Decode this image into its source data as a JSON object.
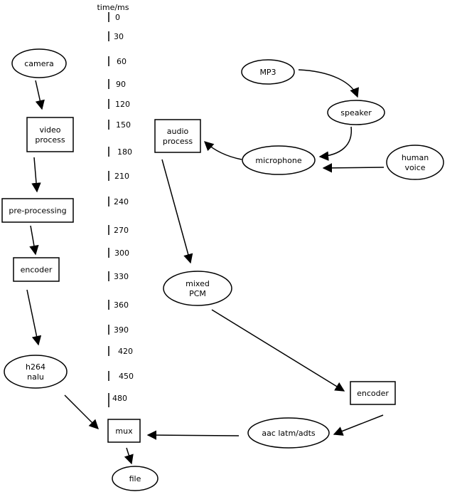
{
  "timeline": {
    "title": "time/ms",
    "ticks": [
      "0",
      "30",
      "60",
      "90",
      "120",
      "150",
      "180",
      "210",
      "240",
      "270",
      "300",
      "330",
      "360",
      "390",
      "420",
      "450",
      "480"
    ]
  },
  "nodes": [
    {
      "id": "camera",
      "shape": "ellipse",
      "lines": [
        "camera"
      ]
    },
    {
      "id": "video",
      "shape": "rect",
      "lines": [
        "video",
        "process"
      ]
    },
    {
      "id": "prep",
      "shape": "rect",
      "lines": [
        "pre-processing"
      ]
    },
    {
      "id": "vencoder",
      "shape": "rect",
      "lines": [
        "encoder"
      ]
    },
    {
      "id": "h264",
      "shape": "ellipse",
      "lines": [
        "h264",
        "nalu"
      ]
    },
    {
      "id": "mux",
      "shape": "rect",
      "lines": [
        "mux"
      ]
    },
    {
      "id": "file",
      "shape": "ellipse",
      "lines": [
        "file"
      ]
    },
    {
      "id": "audio",
      "shape": "rect",
      "lines": [
        "audio",
        "process"
      ]
    },
    {
      "id": "mp3",
      "shape": "ellipse",
      "lines": [
        "MP3"
      ]
    },
    {
      "id": "speaker",
      "shape": "ellipse",
      "lines": [
        "speaker"
      ]
    },
    {
      "id": "microphone",
      "shape": "ellipse",
      "lines": [
        "microphone"
      ]
    },
    {
      "id": "human",
      "shape": "ellipse",
      "lines": [
        "human",
        "voice"
      ]
    },
    {
      "id": "pcm",
      "shape": "ellipse",
      "lines": [
        "mixed",
        "PCM"
      ]
    },
    {
      "id": "aencoder",
      "shape": "rect",
      "lines": [
        "encoder"
      ]
    },
    {
      "id": "aac",
      "shape": "ellipse",
      "lines": [
        "aac latm/adts"
      ]
    }
  ],
  "edges": [
    {
      "from": "camera",
      "to": "video"
    },
    {
      "from": "video",
      "to": "prep"
    },
    {
      "from": "prep",
      "to": "vencoder"
    },
    {
      "from": "vencoder",
      "to": "h264"
    },
    {
      "from": "h264",
      "to": "mux"
    },
    {
      "from": "mux",
      "to": "file"
    },
    {
      "from": "mp3",
      "to": "speaker"
    },
    {
      "from": "speaker",
      "to": "microphone"
    },
    {
      "from": "human",
      "to": "microphone"
    },
    {
      "from": "microphone",
      "to": "audio"
    },
    {
      "from": "audio",
      "to": "pcm"
    },
    {
      "from": "pcm",
      "to": "aencoder"
    },
    {
      "from": "aencoder",
      "to": "aac"
    },
    {
      "from": "aac",
      "to": "mux"
    }
  ]
}
